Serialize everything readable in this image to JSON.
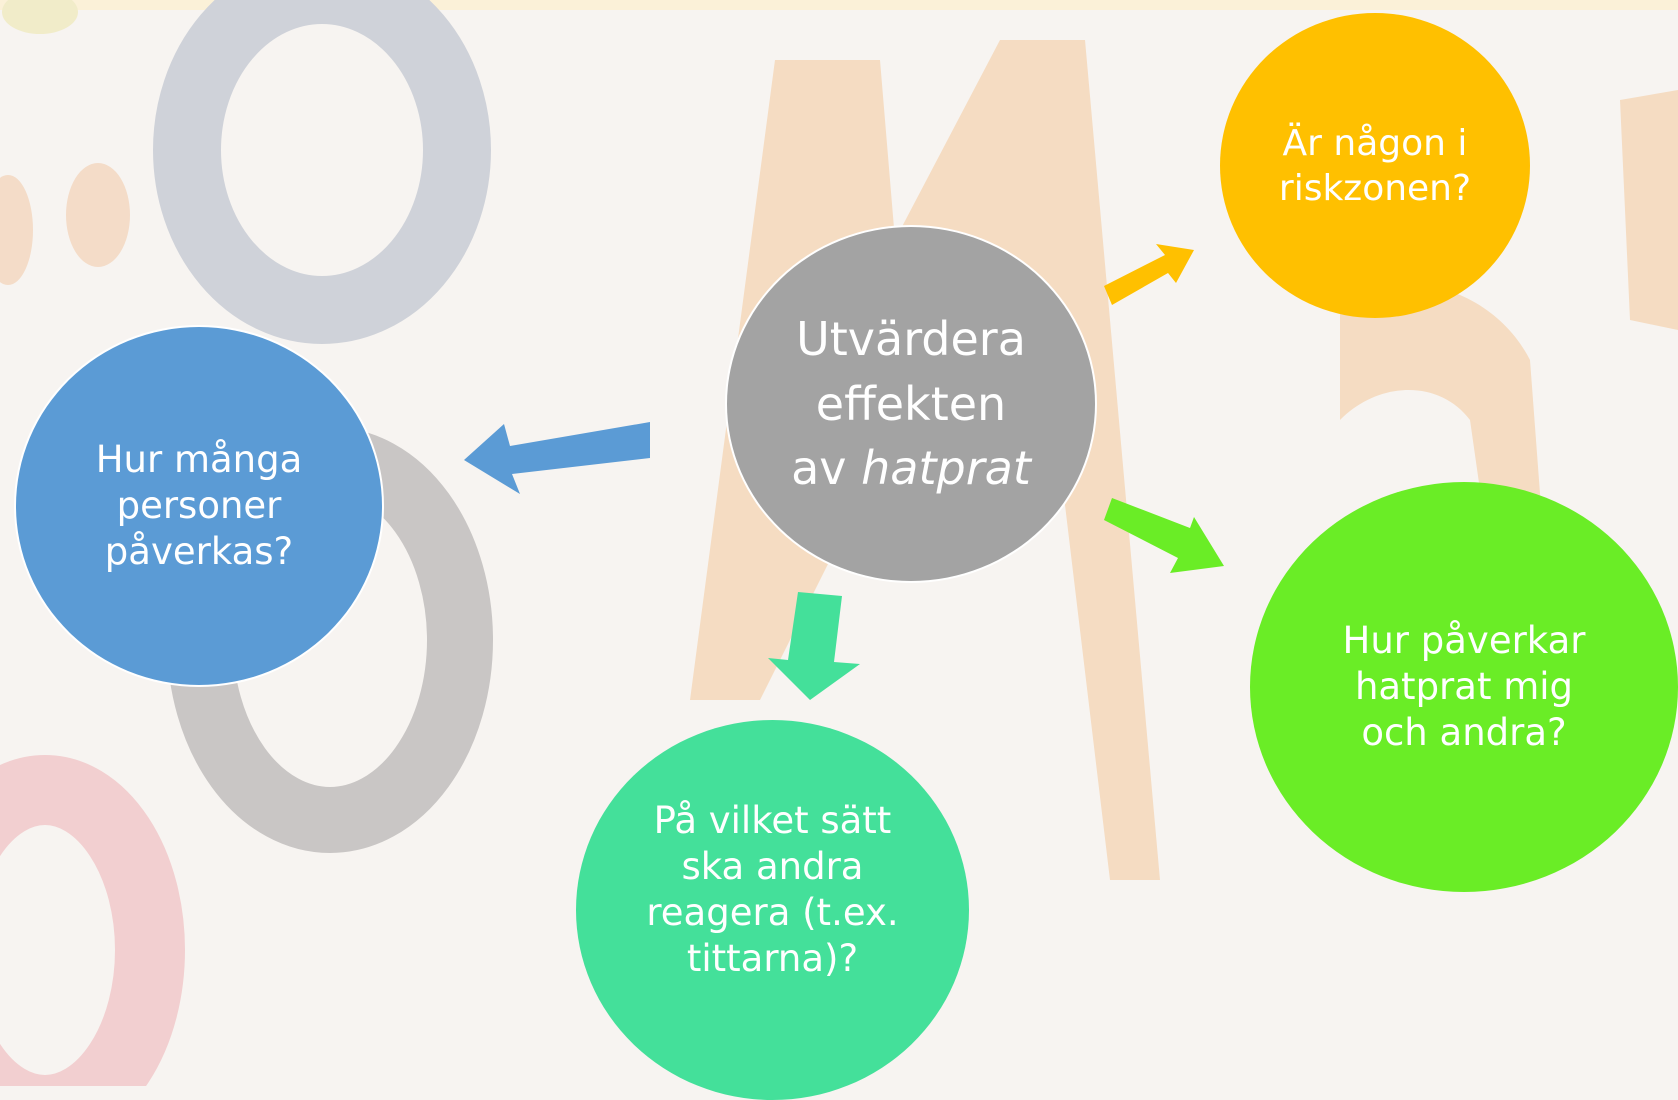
{
  "diagram": {
    "center": {
      "line1": "Utvärdera",
      "line2": "effekten",
      "line3_prefix": "av ",
      "line3_emphasis": "hatprat"
    },
    "nodes": {
      "top_right": {
        "line1": "Är någon i",
        "line2": "riskzonen?"
      },
      "left": {
        "line1": "Hur många",
        "line2": "personer",
        "line3": "påverkas?"
      },
      "right": {
        "line1": "Hur påverkar",
        "line2": "hatprat mig",
        "line3": "och andra?"
      },
      "bottom": {
        "line1": "På vilket sätt",
        "line2": "ska andra",
        "line3": "reagera (t.ex.",
        "line4": "tittarna)?"
      }
    },
    "colors": {
      "center": "#a3a3a3",
      "top_right": "#ffc000",
      "left": "#5b9bd5",
      "right": "#6aed26",
      "bottom": "#44e09a",
      "background": "#f7f4f1"
    }
  }
}
